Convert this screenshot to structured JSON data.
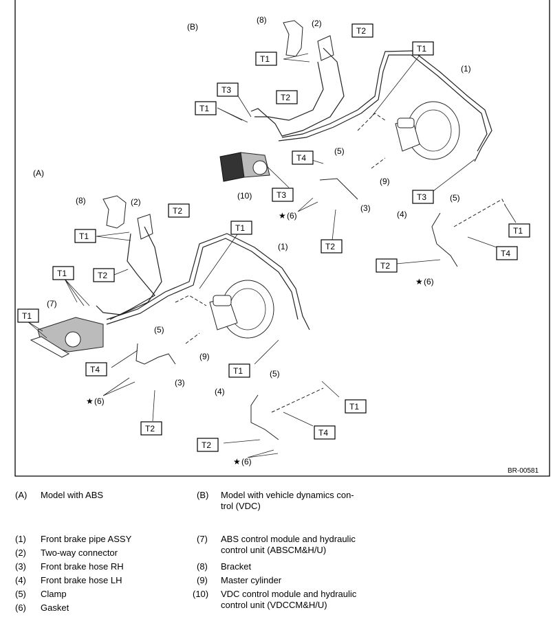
{
  "figure_code": "BR-00581",
  "section_labels": {
    "a": "(A)",
    "b": "(B)"
  },
  "torque_labels": {
    "t1": "T1",
    "t2": "T2",
    "t3": "T3",
    "t4": "T4"
  },
  "part_callouts": {
    "p1": "(1)",
    "p2": "(2)",
    "p3": "(3)",
    "p4": "(4)",
    "p5": "(5)",
    "p6": "(6)",
    "p7": "(7)",
    "p8": "(8)",
    "p9": "(9)",
    "p10": "(10)"
  },
  "star_symbol": "★",
  "legend": [
    {
      "num": "(A)",
      "text": "Model with ABS"
    },
    {
      "num": "(B)",
      "text": "Model with vehicle dynamics con-\ntrol (VDC)"
    },
    {
      "num": "(1)",
      "text": "Front brake pipe ASSY"
    },
    {
      "num": "(2)",
      "text": "Two-way connector"
    },
    {
      "num": "(3)",
      "text": "Front brake hose RH"
    },
    {
      "num": "(4)",
      "text": "Front brake hose LH"
    },
    {
      "num": "(5)",
      "text": "Clamp"
    },
    {
      "num": "(6)",
      "text": "Gasket"
    },
    {
      "num": "(7)",
      "text": "ABS control module and hydraulic\ncontrol unit (ABSCM&H/U)"
    },
    {
      "num": "(8)",
      "text": "Bracket"
    },
    {
      "num": "(9)",
      "text": "Master cylinder"
    },
    {
      "num": "(10)",
      "text": "VDC control module and hydraulic\ncontrol unit (VDCCM&H/U)"
    }
  ]
}
